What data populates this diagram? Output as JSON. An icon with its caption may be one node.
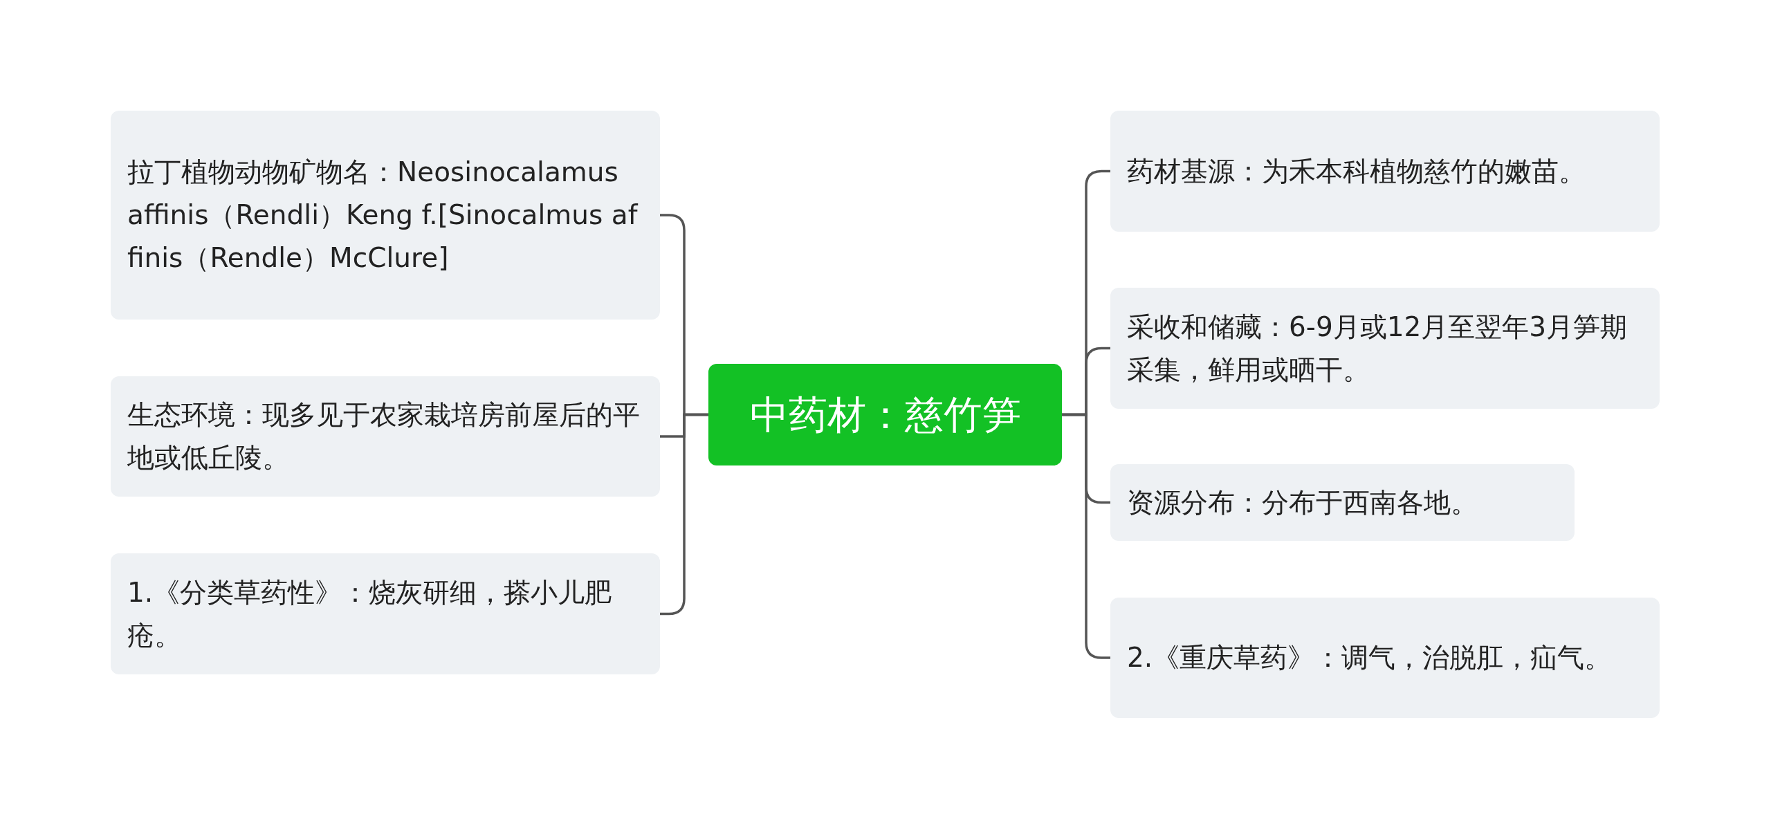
{
  "diagram": {
    "nodes": [
      {
        "text": [
          "中药材：慈竹笋"
        ]
      },
      {
        "text": [
          "拉丁植物动物矿物名：Neosinocalamus affinis（Rendli）Keng f.[Sinocalmus affinis（Rendle）McClure]"
        ]
      },
      {
        "text": [
          "生态环境：现多见于农家栽培房前屋后的平地或低丘陵。"
        ]
      },
      {
        "text": [
          "1.《分类草药性》：烧灰研细，搽小儿肥疮。"
        ]
      },
      {
        "text": [
          "药材基源：为禾本科植物慈竹的嫩苗。"
        ]
      },
      {
        "text": [
          "采收和储藏：6-9月或12月至翌年3月笋期采集，鲜用或晒干。"
        ]
      },
      {
        "text": [
          "资源分布：分布于西南各地。"
        ]
      },
      {
        "text": [
          "2.《重庆草药》：调气，治脱肛，疝气。"
        ]
      }
    ],
    "edges": [
      {
        "from": 0,
        "to": 1,
        "arrow": "none"
      },
      {
        "from": 0,
        "to": 2,
        "arrow": "none"
      },
      {
        "from": 0,
        "to": 3,
        "arrow": "none"
      },
      {
        "from": 0,
        "to": 4,
        "arrow": "none"
      },
      {
        "from": 0,
        "to": 5,
        "arrow": "none"
      },
      {
        "from": 0,
        "to": 6,
        "arrow": "none"
      },
      {
        "from": 0,
        "to": 7,
        "arrow": "none"
      }
    ]
  }
}
